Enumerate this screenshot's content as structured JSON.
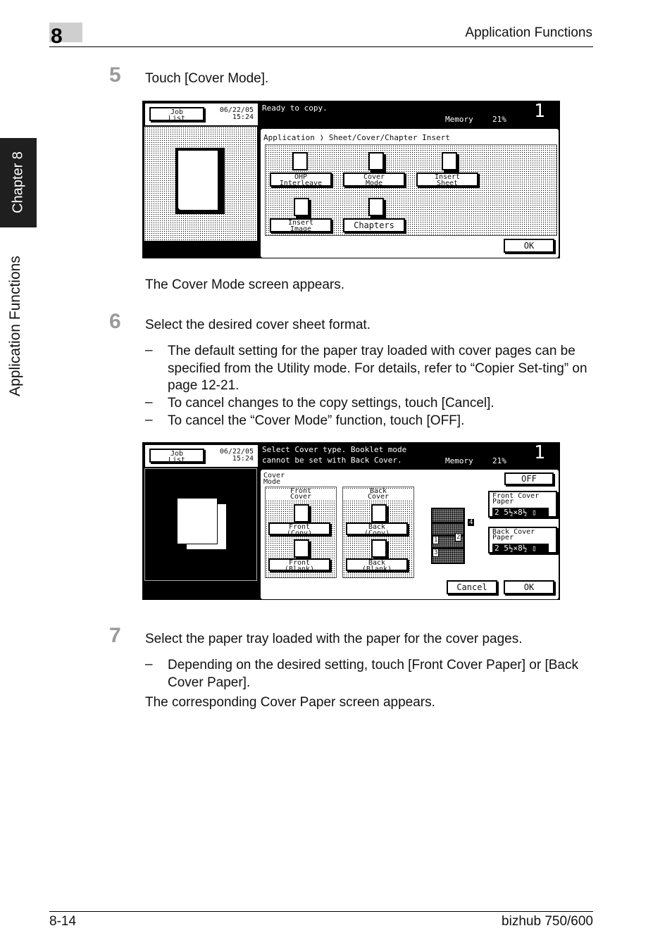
{
  "header": {
    "chapter_number": "8",
    "title": "Application Functions"
  },
  "side": {
    "chapter_tab": "Chapter 8",
    "section_tab": "Application Functions"
  },
  "steps": [
    {
      "number": "5",
      "text": "Touch [Cover Mode]."
    },
    {
      "number": "6",
      "text": "Select the desired cover sheet format."
    },
    {
      "number": "7",
      "text": "Select the paper tray loaded with the paper for the cover pages."
    }
  ],
  "after_screen1": "The Cover Mode screen appears.",
  "step6_bullets": [
    "The default setting for the paper tray loaded with cover pages can be specified from the Utility mode. For details, refer to “Copier Set-ting” on page 12-21.",
    "To cancel changes to the copy settings, touch [Cancel].",
    "To cancel the “Cover Mode” function, touch [OFF]."
  ],
  "step7_bullets": [
    "Depending on the desired setting, touch [Front Cover Paper] or [Back Cover Paper]."
  ],
  "after_step7": "The corresponding Cover Paper screen appears.",
  "dash": "–",
  "screen1": {
    "job_list": [
      "Job",
      "List"
    ],
    "date": "06/22/05",
    "time": "15:24",
    "status": "Ready to copy.",
    "memory_label": "Memory",
    "memory_value": "21%",
    "copies": "1",
    "breadcrumb": "Application ❭ Sheet/Cover/Chapter Insert",
    "buttons": {
      "ohp": [
        "OHP",
        "Interleave"
      ],
      "cover_mode": [
        "Cover",
        "Mode"
      ],
      "insert_sheet": [
        "Insert",
        "Sheet"
      ],
      "insert_image": [
        "Insert",
        "Image"
      ],
      "chapters": "Chapters",
      "ok": "OK"
    }
  },
  "screen2": {
    "job_list": [
      "Job",
      "List"
    ],
    "date": "06/22/05",
    "time": "15:24",
    "status_line1": "Select Cover type. Booklet mode",
    "status_line2": "cannot be set with Back Cover.",
    "memory_label": "Memory",
    "memory_value": "21%",
    "copies": "1",
    "cover_mode_label": [
      "Cover",
      "Mode"
    ],
    "off": "OFF",
    "front_cover_group": [
      "Front",
      "Cover"
    ],
    "back_cover_group": [
      "Back",
      "Cover"
    ],
    "front_copy": [
      "Front",
      "(Copy)"
    ],
    "front_blank": [
      "Front",
      "(Blank)"
    ],
    "back_copy": [
      "Back",
      "(Copy)"
    ],
    "back_blank": [
      "Back",
      "(Blank)"
    ],
    "front_cover_paper": [
      "Front Cover",
      "Paper"
    ],
    "back_cover_paper": [
      "Back Cover",
      "Paper"
    ],
    "paper_tray": "2",
    "paper_size": "5½×8½",
    "tray_marks": [
      "4",
      "2",
      "1",
      "3"
    ],
    "cancel": "Cancel",
    "ok": "OK"
  },
  "footer": {
    "page": "8-14",
    "product": "bizhub 750/600"
  }
}
